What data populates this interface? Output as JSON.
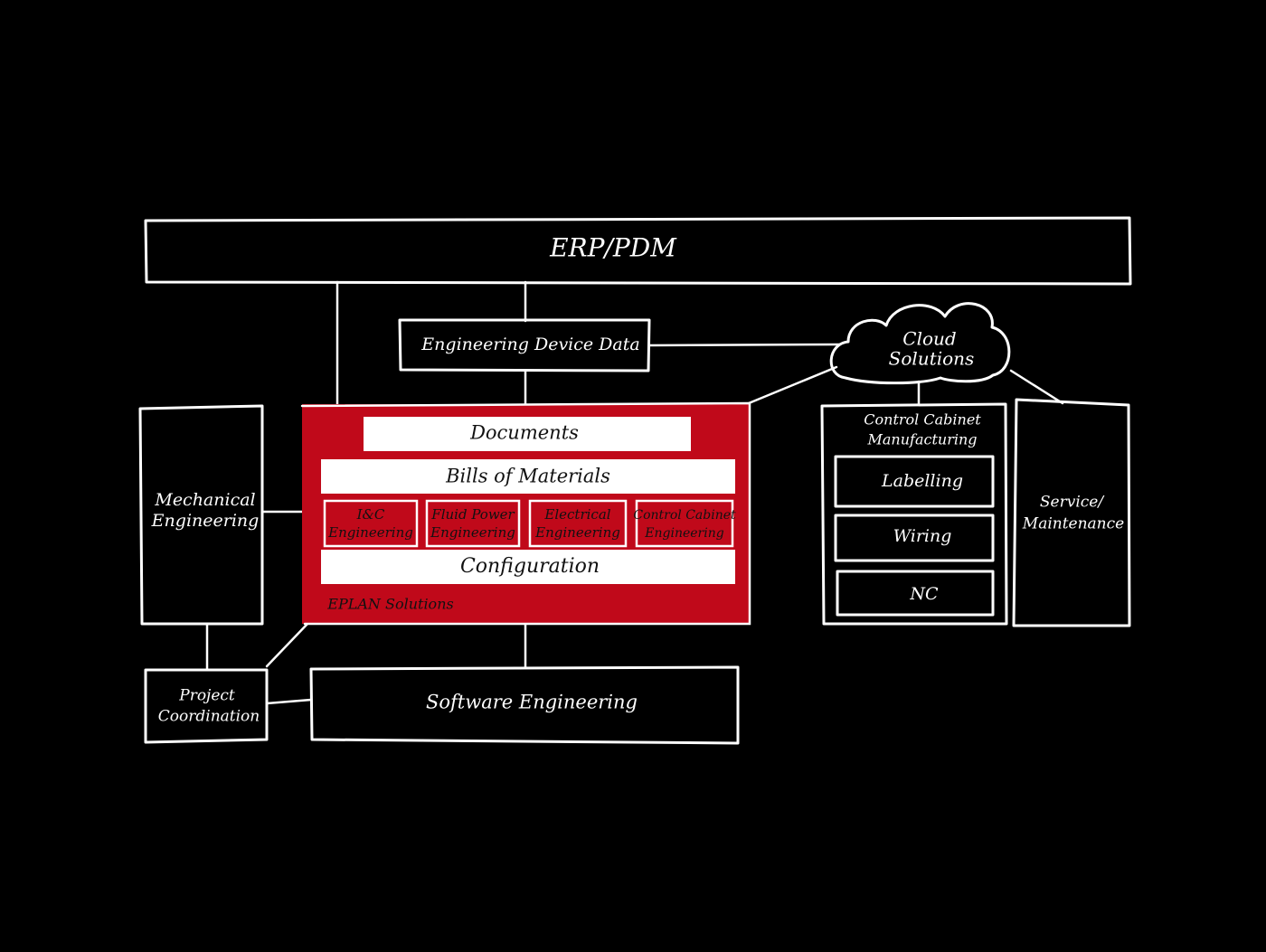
{
  "colors": {
    "background": "#000000",
    "ink": "#ffffff",
    "eplan_red": "#c0091a"
  },
  "nodes": {
    "erp_pdm": "ERP/PDM",
    "engineering_device_data": "Engineering Device Data",
    "cloud_solutions": [
      "Cloud",
      "Solutions"
    ],
    "documents": "Documents",
    "bills_of_materials": "Bills of Materials",
    "disciplines": [
      [
        "I&C",
        "Engineering"
      ],
      [
        "Fluid Power",
        "Engineering"
      ],
      [
        "Electrical",
        "Engineering"
      ],
      [
        "Control Cabinet",
        "Engineering"
      ]
    ],
    "configuration": "Configuration",
    "eplan_solutions": "EPLAN Solutions",
    "mechanical_engineering": [
      "Mechanical",
      "Engineering"
    ],
    "project_coordination": [
      "Project",
      "Coordination"
    ],
    "software_engineering": "Software Engineering",
    "control_cabinet_manufacturing": [
      "Control Cabinet",
      "Manufacturing"
    ],
    "manufacturing_steps": [
      "Labelling",
      "Wiring",
      "NC"
    ],
    "service_maintenance": [
      "Service/",
      "Maintenance"
    ]
  }
}
